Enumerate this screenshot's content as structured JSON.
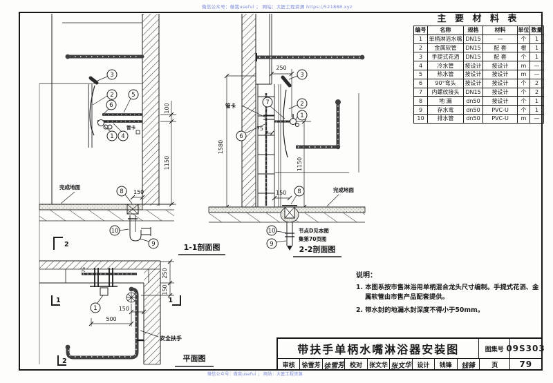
{
  "watermarks": {
    "top": "微信公众号：做我useful ； 网站：大匠工程资源 https://521888.xyz",
    "bottom": "微信公众号：做我useful ； 网站：大匠工程资源"
  },
  "materials_table": {
    "title": "主 要 材 料 表",
    "headers": [
      "编号",
      "名称",
      "规格",
      "材料",
      "单位",
      "数量"
    ],
    "rows": [
      [
        "1",
        "单柄淋浴水嘴",
        "DN15",
        "—",
        "个",
        "1"
      ],
      [
        "2",
        "金属软管",
        "DN15",
        "配 套",
        "根",
        "1"
      ],
      [
        "3",
        "手提式花洒",
        "DN15",
        "配 套",
        "个",
        "1"
      ],
      [
        "4",
        "冷水管",
        "按设计",
        "按设计",
        "m",
        "—"
      ],
      [
        "5",
        "热水管",
        "按设计",
        "按设计",
        "m",
        "—"
      ],
      [
        "6",
        "90°弯头",
        "按设计",
        "按设计",
        "个",
        "2"
      ],
      [
        "7",
        "内螺纹接头",
        "DN15",
        "按设计",
        "个",
        "2"
      ],
      [
        "8",
        "地 漏",
        "dn50",
        "按设计",
        "个",
        "1"
      ],
      [
        "9",
        "存水弯",
        "dn50",
        "PVC-U",
        "个",
        "1"
      ],
      [
        "10",
        "排水管",
        "dn50",
        "PVC-U",
        "m",
        "—"
      ]
    ]
  },
  "drawings": {
    "s11": {
      "title": "1-1剖面图",
      "callouts": {
        "c1": "1",
        "c2": "2",
        "c3": "3",
        "c4": "4",
        "c5": "5",
        "c6": "6",
        "c8": "8",
        "c9": "9",
        "c10": "10"
      },
      "dims": {
        "d100": "100",
        "d1150": "1150",
        "d150": "150"
      },
      "labels": {
        "clamp": "管卡",
        "floor": "完成地面"
      },
      "mark2": "2"
    },
    "s22": {
      "title": "2-2剖面图",
      "callouts": {
        "c1": "1",
        "c2": "2",
        "c3": "3",
        "c6": "6",
        "c7": "7",
        "c8": "8",
        "c9": "9",
        "c10": "10"
      },
      "dims": {
        "d250": "250",
        "d75": "75",
        "d1580": "1580",
        "d1150": "1150",
        "d150": "150"
      },
      "labels": {
        "clamp": "管卡",
        "floor": "完成地面",
        "note1": "节点D见本图",
        "note2": "集第70页图"
      }
    },
    "plan": {
      "title": "平面图",
      "callouts": {
        "c1": "1"
      },
      "dims": {
        "d250": "250",
        "d150r": "150",
        "d150": "150",
        "d500": "500",
        "d75": "75"
      },
      "labels": {
        "rail": "安全扶手"
      },
      "marks": {
        "m1l": "1",
        "m1r": "1",
        "m2": "2"
      }
    }
  },
  "notes": {
    "heading": "说明：",
    "items": [
      "1. 本图系按市售淋浴用单柄混合龙头尺寸编制。手提式花洒、金属软管由市售产品配套提供。",
      "2. 带水封的地漏水封深度不得小于50mm。"
    ]
  },
  "title_block": {
    "drawing_title": "带扶手单柄水嘴淋浴器安装图",
    "atlas_label": "图集号",
    "atlas_no": "09S303",
    "page_label": "页",
    "page_no": "79",
    "review_label": "审核",
    "reviewer": "徐雪芳",
    "reviewer_sig": "徐雪芳",
    "check_label": "校对",
    "checker": "张文华",
    "checker_sig": "张文华",
    "design_label": "设计",
    "designer": "钱锋",
    "designer_sig": "钱锋"
  }
}
